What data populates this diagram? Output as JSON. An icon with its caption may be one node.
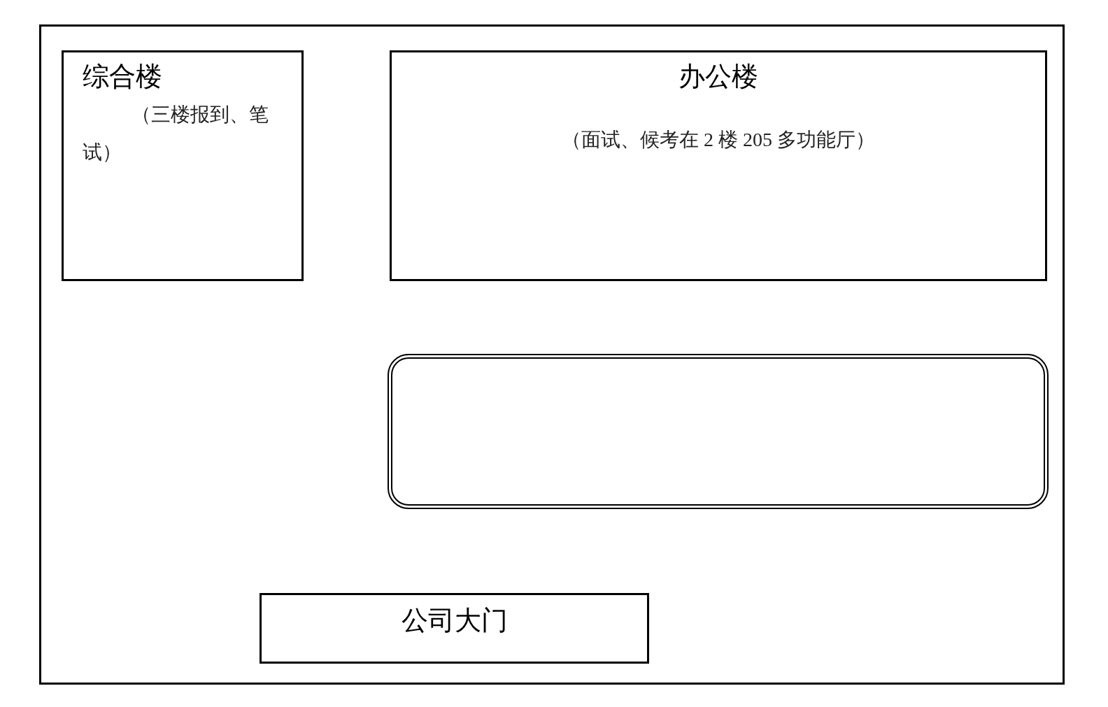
{
  "diagram": {
    "nodes": [
      {
        "text": [],
        "shape": "box"
      },
      {
        "text": [
          "综合楼",
          "（三楼报到、笔试）"
        ],
        "in": 0
      },
      {
        "text": [
          "办公楼",
          "（面试、候考在 2 楼 205 多功能厅）"
        ],
        "in": 0
      },
      {
        "text": [],
        "shape": "box",
        "in": 0
      },
      {
        "text": [
          "公司大门"
        ],
        "in": 0
      }
    ]
  }
}
